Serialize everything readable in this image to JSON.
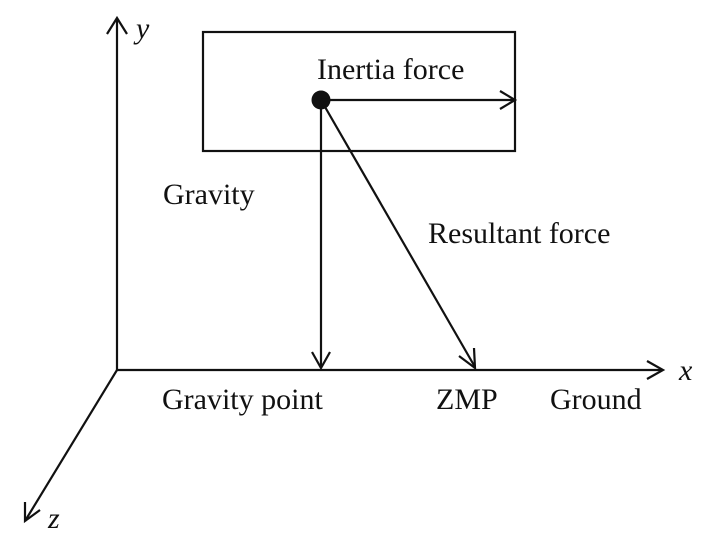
{
  "axes": {
    "x_label": "x",
    "y_label": "y",
    "z_label": "z"
  },
  "labels": {
    "inertia_force": "Inertia force",
    "gravity": "Gravity",
    "resultant_force": "Resultant force",
    "gravity_point": "Gravity point",
    "zmp": "ZMP",
    "ground": "Ground"
  },
  "colors": {
    "line": "#111111",
    "background": "#ffffff"
  }
}
